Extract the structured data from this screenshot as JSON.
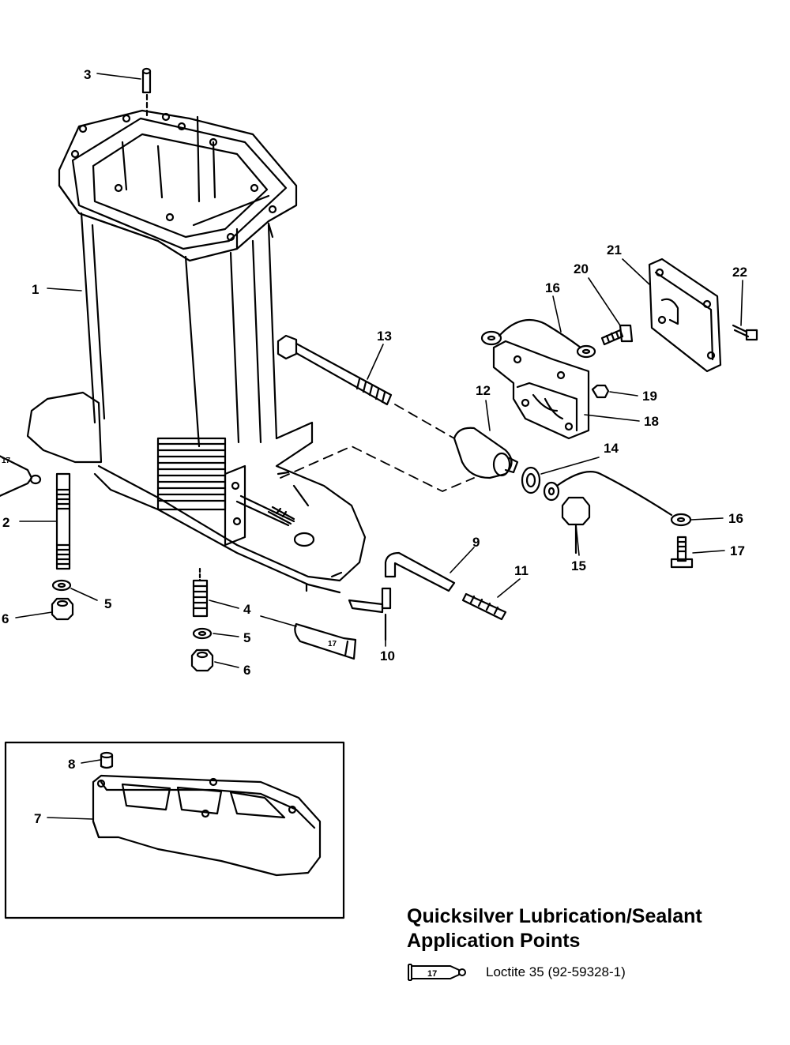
{
  "callouts": {
    "c1": "1",
    "c2": "2",
    "c3": "3",
    "c4": "4",
    "c5a": "5",
    "c5b": "5",
    "c6a": "6",
    "c6b": "6",
    "c7": "7",
    "c8": "8",
    "c9": "9",
    "c10": "10",
    "c11": "11",
    "c12": "12",
    "c13": "13",
    "c14": "14",
    "c15": "15",
    "c16a": "16",
    "c16b": "16",
    "c17": "17",
    "c18": "18",
    "c19": "19",
    "c20": "20",
    "c21": "21",
    "c22": "22"
  },
  "tube_labels": {
    "t1": "17",
    "t2": "17",
    "t3": "17"
  },
  "legend": {
    "title_line1": "Quicksilver Lubrication/Sealant",
    "title_line2": "Application Points",
    "item_number": "17",
    "item_text": "Loctite 35 (92-59328-1)"
  }
}
